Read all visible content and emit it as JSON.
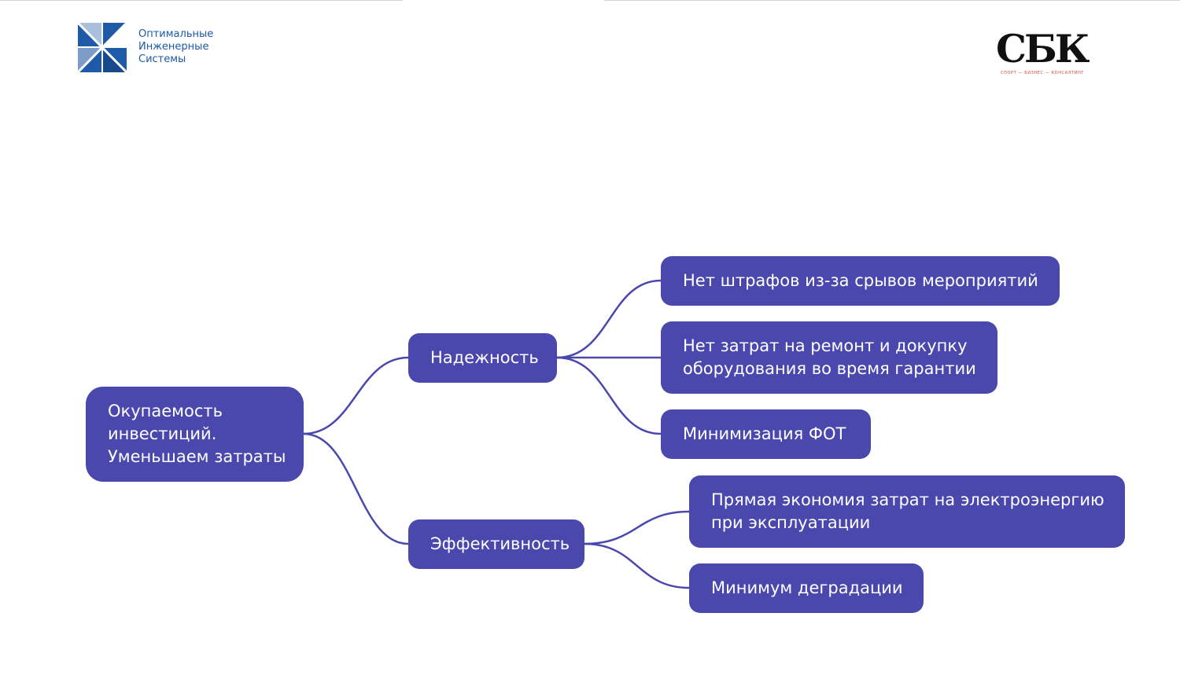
{
  "logos": {
    "left": {
      "icon": "company-logo-icon",
      "lines": [
        "Оптимальные",
        "Инженерные",
        "Системы"
      ]
    },
    "right": {
      "brand": "СБК",
      "tagline": "СПОРТ — БИЗНЕС — КОНСАЛТИНГ"
    }
  },
  "colors": {
    "node_fill": "#4a47ad",
    "connector": "#4a47ad",
    "node_text": "#ffffff",
    "logo_blue": "#1e5aa8",
    "tagline_red": "#d9453d"
  },
  "diagram": {
    "root": "Окупаемость\nинвестиций.\nУменьшаем затраты",
    "branches": [
      {
        "label": "Надежность",
        "children": [
          "Нет штрафов из-за срывов мероприятий",
          "Нет затрат на ремонт и докупку\nоборудования во время гарантии",
          "Минимизация ФОТ"
        ]
      },
      {
        "label": "Эффективность",
        "children": [
          "Прямая экономия затрат на электроэнергию\nпри эксплуатации",
          "Минимум деградации"
        ]
      }
    ]
  }
}
